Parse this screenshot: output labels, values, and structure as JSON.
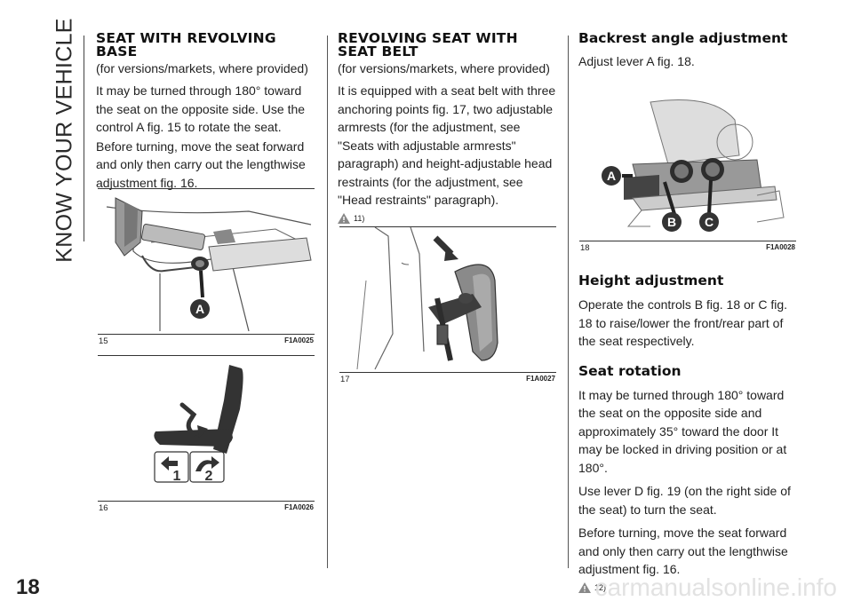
{
  "side_tab": "KNOW YOUR VEHICLE",
  "page_number": "18",
  "watermark": "carmanualsonline.info",
  "col1": {
    "heading": "SEAT WITH REVOLVING BASE",
    "subheading": "(for versions/markets, where provided)",
    "p1": "It may be turned through 180° toward the seat on the opposite side. Use the control A fig. 15 to rotate the seat.",
    "p2": "Before turning, move the seat forward and only then carry out the lengthwise adjustment fig. 16.",
    "fig15": {
      "num": "15",
      "code": "F1A0025",
      "label_a": "A"
    },
    "fig16": {
      "num": "16",
      "code": "F1A0026",
      "label_1": "1",
      "label_2": "2"
    }
  },
  "col2": {
    "heading": "REVOLVING SEAT WITH SEAT BELT",
    "subheading": "(for versions/markets, where provided)",
    "p1": "It is equipped with a seat belt with three anchoring points fig. 17, two adjustable armrests (for the adjustment, see \"Seats with adjustable armrests\" paragraph) and height-adjustable head restraints (for the adjustment, see \"Head restraints\" paragraph).",
    "warning_ref": "11)",
    "fig17": {
      "num": "17",
      "code": "F1A0027"
    }
  },
  "col3": {
    "heading": "Backrest angle adjustment",
    "p1": "Adjust lever A fig. 18.",
    "fig18": {
      "num": "18",
      "code": "F1A0028",
      "label_a": "A",
      "label_b": "B",
      "label_c": "C"
    },
    "h2": "Height adjustment",
    "p2": "Operate the controls B fig. 18 or C fig. 18 to raise/lower the front/rear part of the seat respectively.",
    "h3": "Seat rotation",
    "p3": "It may be turned through 180° toward the seat on the opposite side and approximately 35° toward the door It may be locked in driving position or at 180°.",
    "p4": "Use lever D fig. 19 (on the right side of the seat) to turn the seat.",
    "p5": "Before turning, move the seat forward and only then carry out the lengthwise adjustment fig. 16.",
    "warning_ref": "12)"
  },
  "colors": {
    "accent": "#2f2f2f",
    "rule": "#444444"
  }
}
